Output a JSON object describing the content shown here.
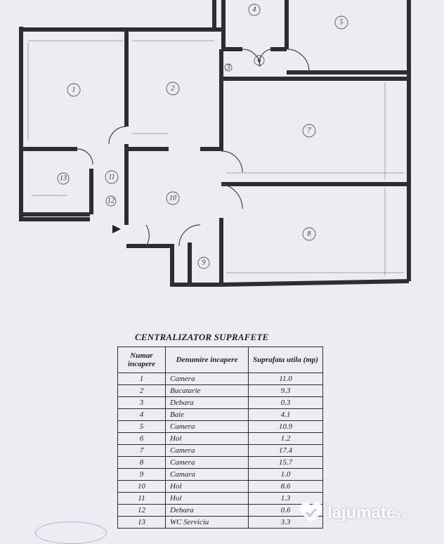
{
  "plan": {
    "room_numbers": [
      "1",
      "2",
      "3",
      "4",
      "5",
      "6",
      "7",
      "8",
      "9",
      "10",
      "11",
      "12",
      "13"
    ]
  },
  "table": {
    "title": "CENTRALIZATOR SUPRAFETE",
    "headers": [
      "Numar incapere",
      "Denumire incapere",
      "Suprafata utila (mp)"
    ],
    "rows": [
      {
        "num": "1",
        "name": "Camera",
        "area": "11.0"
      },
      {
        "num": "2",
        "name": "Bucatarie",
        "area": "9.3"
      },
      {
        "num": "3",
        "name": "Debara",
        "area": "0.3"
      },
      {
        "num": "4",
        "name": "Baie",
        "area": "4.1"
      },
      {
        "num": "5",
        "name": "Camera",
        "area": "10.9"
      },
      {
        "num": "6",
        "name": "Hol",
        "area": "1.2"
      },
      {
        "num": "7",
        "name": "Camera",
        "area": "17.4"
      },
      {
        "num": "8",
        "name": "Camera",
        "area": "15.7"
      },
      {
        "num": "9",
        "name": "Camara",
        "area": "1.0"
      },
      {
        "num": "10",
        "name": "Hol",
        "area": "8.6"
      },
      {
        "num": "11",
        "name": "Hol",
        "area": "1.3"
      },
      {
        "num": "12",
        "name": "Debara",
        "area": "0.6"
      },
      {
        "num": "13",
        "name": "WC Serviciu",
        "area": "3.3"
      }
    ]
  },
  "watermark": {
    "brand": "lajumate",
    "suffix": ".ro",
    "icon": "heart-check-icon",
    "color": "#ffffff"
  }
}
